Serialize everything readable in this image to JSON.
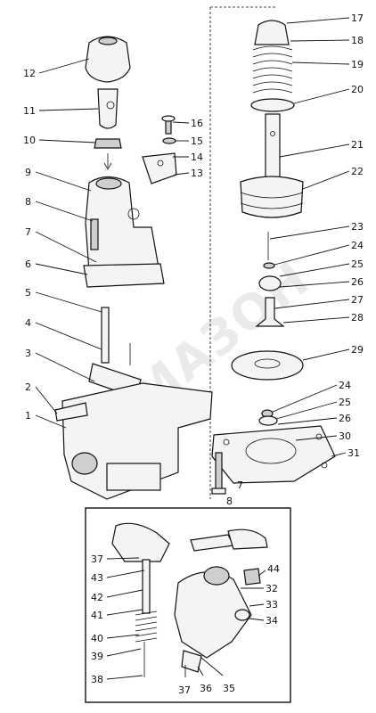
{
  "diagram": {
    "watermark": "КАМАЗОН",
    "labels_right": [
      "17",
      "18",
      "19",
      "20",
      "21",
      "22",
      "23",
      "24",
      "25",
      "26",
      "27",
      "28",
      "29",
      "24",
      "25",
      "26",
      "30",
      "31"
    ],
    "labels_left": [
      "12",
      "11",
      "10",
      "9",
      "8",
      "7",
      "6",
      "5",
      "4",
      "3",
      "2",
      "1"
    ],
    "labels_center_upper": [
      "16",
      "15",
      "14",
      "13"
    ],
    "labels_bottom_under_housing": [
      "8",
      "7"
    ],
    "inset_labels_left": [
      "37",
      "43",
      "42",
      "41",
      "40",
      "39",
      "38"
    ],
    "inset_labels_right": [
      "44",
      "32",
      "33",
      "34"
    ],
    "inset_labels_bottom": [
      "37",
      "36",
      "35"
    ]
  }
}
